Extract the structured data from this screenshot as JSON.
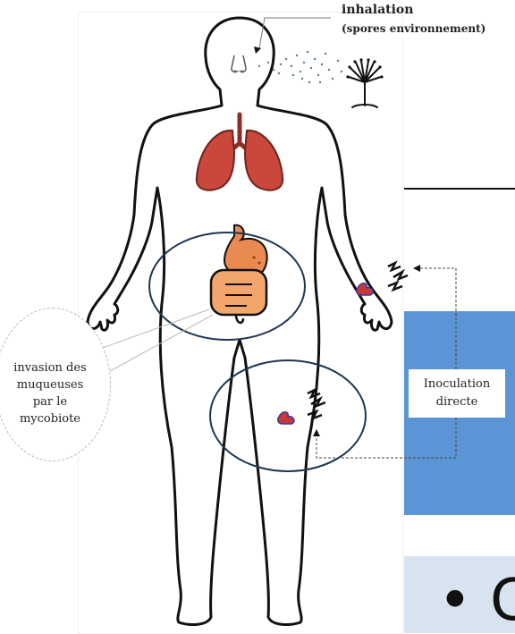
{
  "labels": {
    "inhalation": "inhalation",
    "inhalation_sub": "(spores environnement)",
    "invasion_lines": [
      "invasion des",
      "muqueuses",
      "par le",
      "mycobiote"
    ],
    "inoculation_lines": [
      "Inoculation",
      "directe"
    ],
    "bullet_fragment": "• C"
  },
  "colors": {
    "lung": "#c9473b",
    "stomach": "#e88a52",
    "intestine": "#f2a66b",
    "blue_panel": "#5b95d5",
    "light_panel": "#d8e3f0",
    "circle": "#1f3550"
  },
  "icons": [
    "lungs-icon",
    "stomach-icon",
    "intestine-icon",
    "tree-icon",
    "nose-icon",
    "wound-icon",
    "lightning-icon"
  ]
}
